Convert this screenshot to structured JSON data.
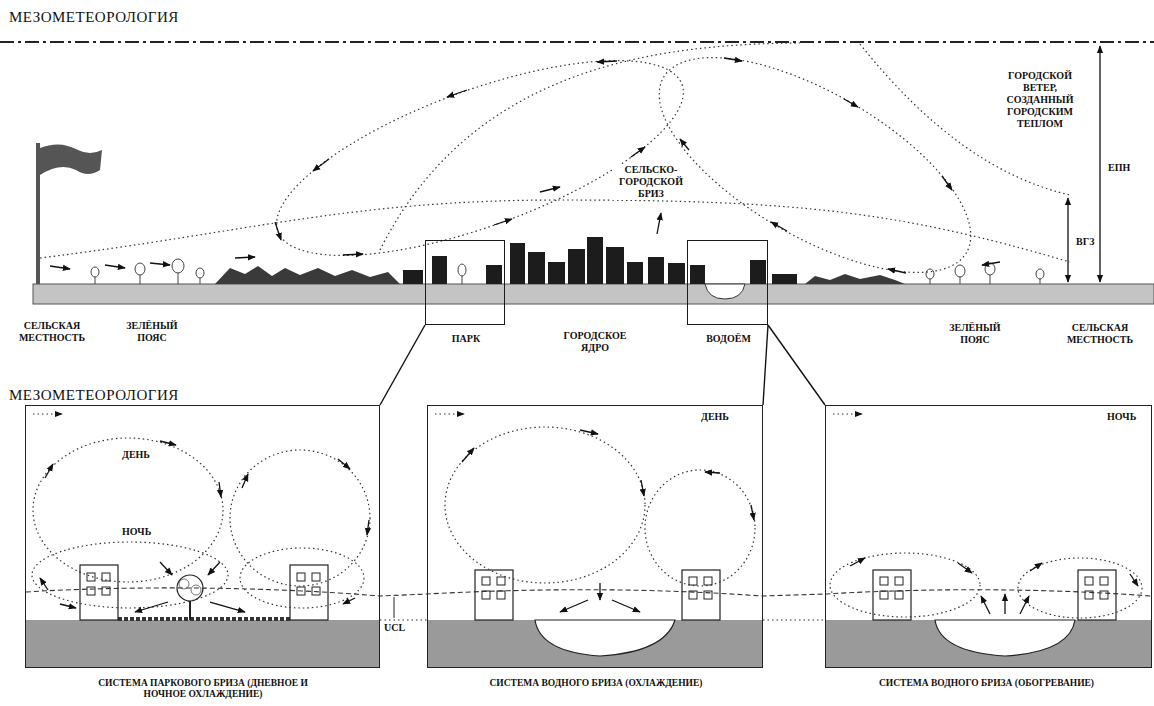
{
  "diagram": {
    "title": "МЕЗОМЕТЕОРОЛОГИЯ",
    "nodes": [
      {
        "text": [
          "ПАРК"
        ]
      },
      {
        "text": [
          "ВОДОЁМ"
        ]
      },
      {
        "text": [
          "ДЕНЬ",
          "НОЧЬ",
          "СИСТЕМА ПАРКОВОГО БРИЗА (ДНЕВНОЕ И НОЧНОЕ ОХЛАЖДЕНИЕ)"
        ]
      },
      {
        "text": [
          "ДЕНЬ",
          "СИСТЕМА ВОДНОГО БРИЗА (ОХЛАЖДЕНИЕ)"
        ]
      },
      {
        "text": [
          "НОЧЬ",
          "СИСТЕМА ВОДНОГО БРИЗА (ОБОГРЕВАНИЕ)"
        ]
      }
    ],
    "edges": [
      {
        "from": 0,
        "to": 2,
        "arrow": "none"
      },
      {
        "from": 1,
        "to": 3,
        "arrow": "none"
      },
      {
        "from": 1,
        "to": 4,
        "arrow": "none"
      }
    ],
    "labels": [
      "ГОРОДСКОЙ ВЕТЕР, СОЗДАННЫЙ ГОРОДСКИМ ТЕПЛОМ",
      "ЕПН",
      "СЕЛЬСКО-ГОРОДСКОЙ БРИЗ",
      "ВГЗ",
      "СЕЛЬСКАЯ МЕСТНОСТЬ",
      "ЗЕЛЁНЫЙ ПОЯС",
      "ГОРОДСКОЕ ЯДРО",
      "ЗЕЛЁНЫЙ ПОЯС",
      "СЕЛЬСКАЯ МЕСТНОСТЬ",
      "МЕЗОМЕТЕОРОЛОГИЯ",
      "UCL"
    ]
  }
}
